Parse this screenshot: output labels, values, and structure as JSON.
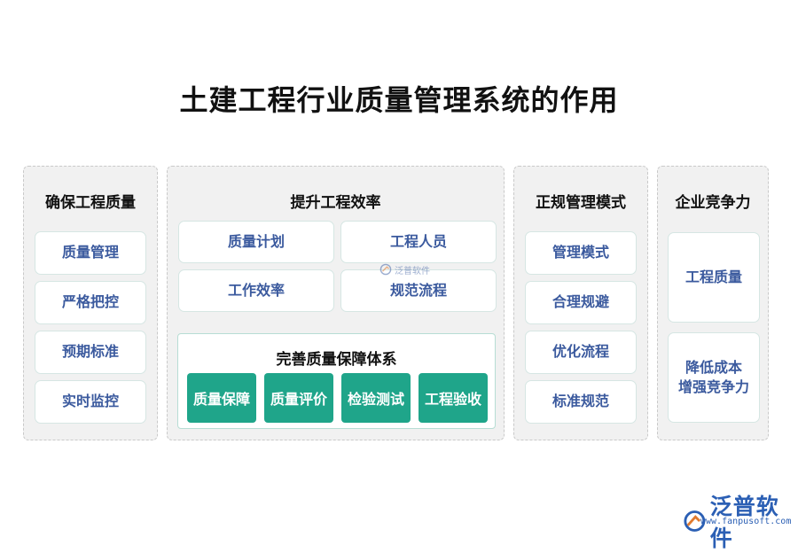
{
  "title": "土建工程行业质量管理系统的作用",
  "panels": [
    {
      "title": "确保工程质量",
      "items": [
        "质量管理",
        "严格把控",
        "预期标准",
        "实时监控"
      ]
    },
    {
      "title": "提升工程效率",
      "grid": [
        "质量计划",
        "工程人员",
        "工作效率",
        "规范流程"
      ],
      "subbox": {
        "title": "完善质量保障体系",
        "items": [
          "质量保障",
          "质量评价",
          "检验测试",
          "工程验收"
        ]
      }
    },
    {
      "title": "正规管理模式",
      "items": [
        "管理模式",
        "合理规避",
        "优化流程",
        "标准规范"
      ]
    },
    {
      "title": "企业竞争力",
      "items": [
        "工程质量",
        "降低成本\n增强竞争力"
      ]
    }
  ],
  "watermark": {
    "text": "泛普软件"
  },
  "logo": {
    "name": "泛普软件",
    "url": "www.fanpusoft.com"
  },
  "colors": {
    "accent_green": "#1fa58a",
    "card_text": "#3b5a9e",
    "panel_bg": "#f1f1f1"
  }
}
